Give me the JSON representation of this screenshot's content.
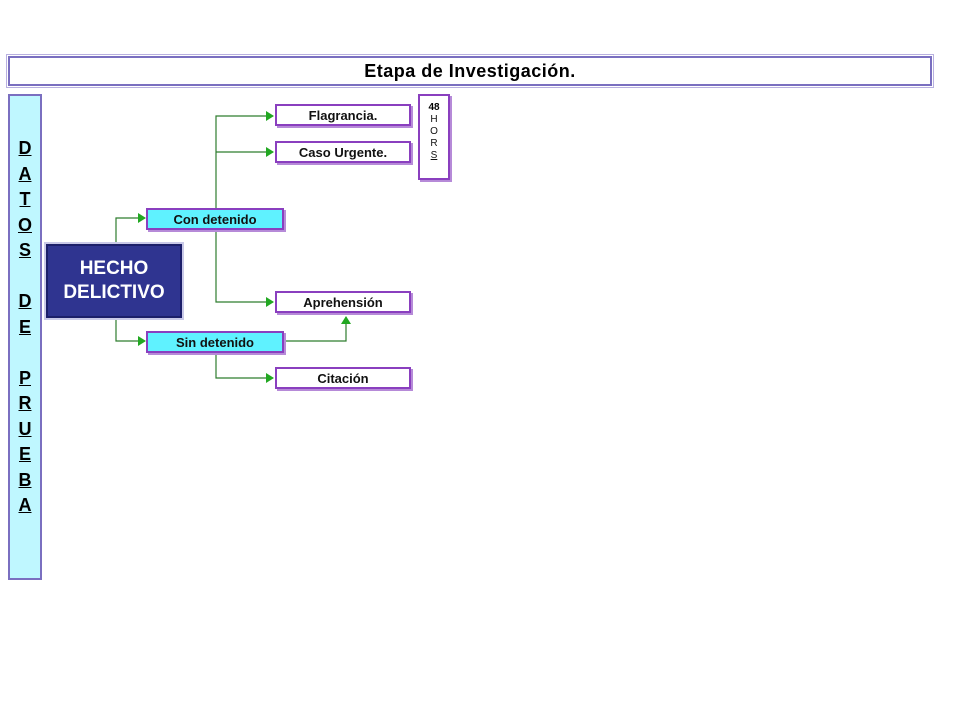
{
  "title": "Etapa de Investigación.",
  "side_panel": {
    "letters": [
      "D",
      "A",
      "T",
      "O",
      "S",
      "",
      "D",
      "E",
      "",
      "P",
      "R",
      "U",
      "E",
      "B",
      "A"
    ]
  },
  "central": {
    "line1": "HECHO",
    "line2": "DELICTIVO"
  },
  "nodes": {
    "con_detenido": "Con detenido",
    "sin_detenido": "Sin detenido",
    "flagrancia": "Flagrancia.",
    "caso_urgente": "Caso Urgente.",
    "aprehension": "Aprehensión",
    "citacion": "Citación"
  },
  "hours_box": {
    "number": "48",
    "letters": [
      "H",
      "O",
      "R",
      "S"
    ]
  },
  "colors": {
    "connector": "#2e7d2e",
    "arrow": "#22a822",
    "central_fill": "#2f3490",
    "cyan_fill": "#5ff2ff",
    "border": "#8a3fbf"
  }
}
